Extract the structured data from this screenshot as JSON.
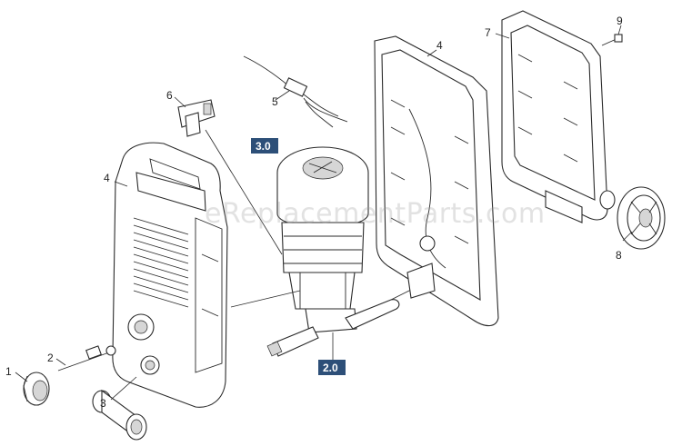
{
  "watermark": "eReplacementParts.com",
  "badge_color": "#2d4f78",
  "callouts": {
    "c1": "1",
    "c2": "2",
    "c3": "3",
    "c4_front": "4",
    "c4_back": "4",
    "c5": "5",
    "c6": "6",
    "c7": "7",
    "c8": "8",
    "c9": "9"
  },
  "badges": {
    "motor": "3.0",
    "pump": "2.0"
  }
}
